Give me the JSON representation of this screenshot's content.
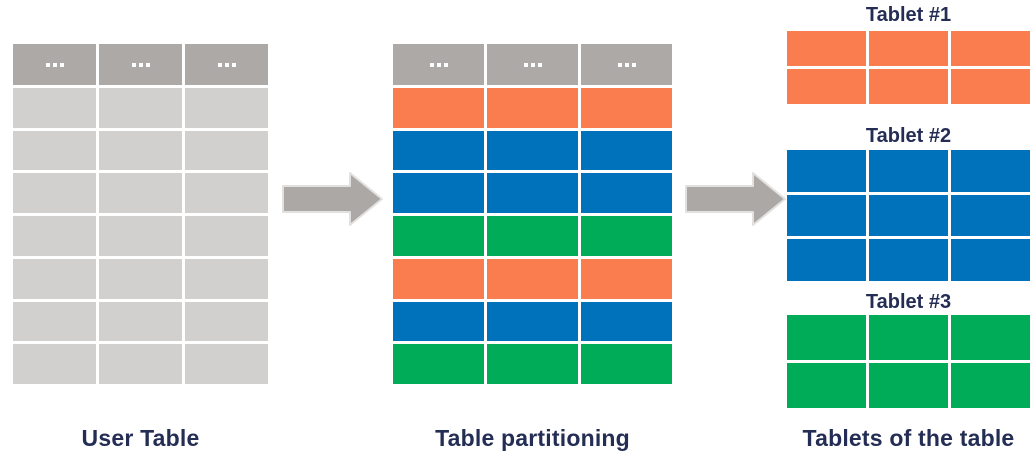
{
  "diagram": {
    "colors": {
      "header_gray": "#ada9a7",
      "row_gray": "#d1d0cf",
      "orange": "#fa7d50",
      "blue": "#0072bb",
      "green": "#00ac57",
      "arrow_gray": "#aca8a6",
      "arrow_outline": "#e3e1df",
      "label_navy": "#242e55"
    },
    "user_table": {
      "label": "User Table",
      "columns": 3,
      "header_dots": "...",
      "rows": [
        "gray",
        "gray",
        "gray",
        "gray",
        "gray",
        "gray",
        "gray"
      ]
    },
    "partitioned_table": {
      "label": "Table partitioning",
      "columns": 3,
      "header_dots": "...",
      "rows": [
        "orange",
        "blue",
        "blue",
        "green",
        "orange",
        "blue",
        "green"
      ]
    },
    "tablets": {
      "label": "Tablets of the table",
      "items": [
        {
          "title": "Tablet #1",
          "color": "orange",
          "rows": 2,
          "columns": 3
        },
        {
          "title": "Tablet #2",
          "color": "blue",
          "rows": 3,
          "columns": 3
        },
        {
          "title": "Tablet #3",
          "color": "green",
          "rows": 2,
          "columns": 3
        }
      ]
    }
  }
}
